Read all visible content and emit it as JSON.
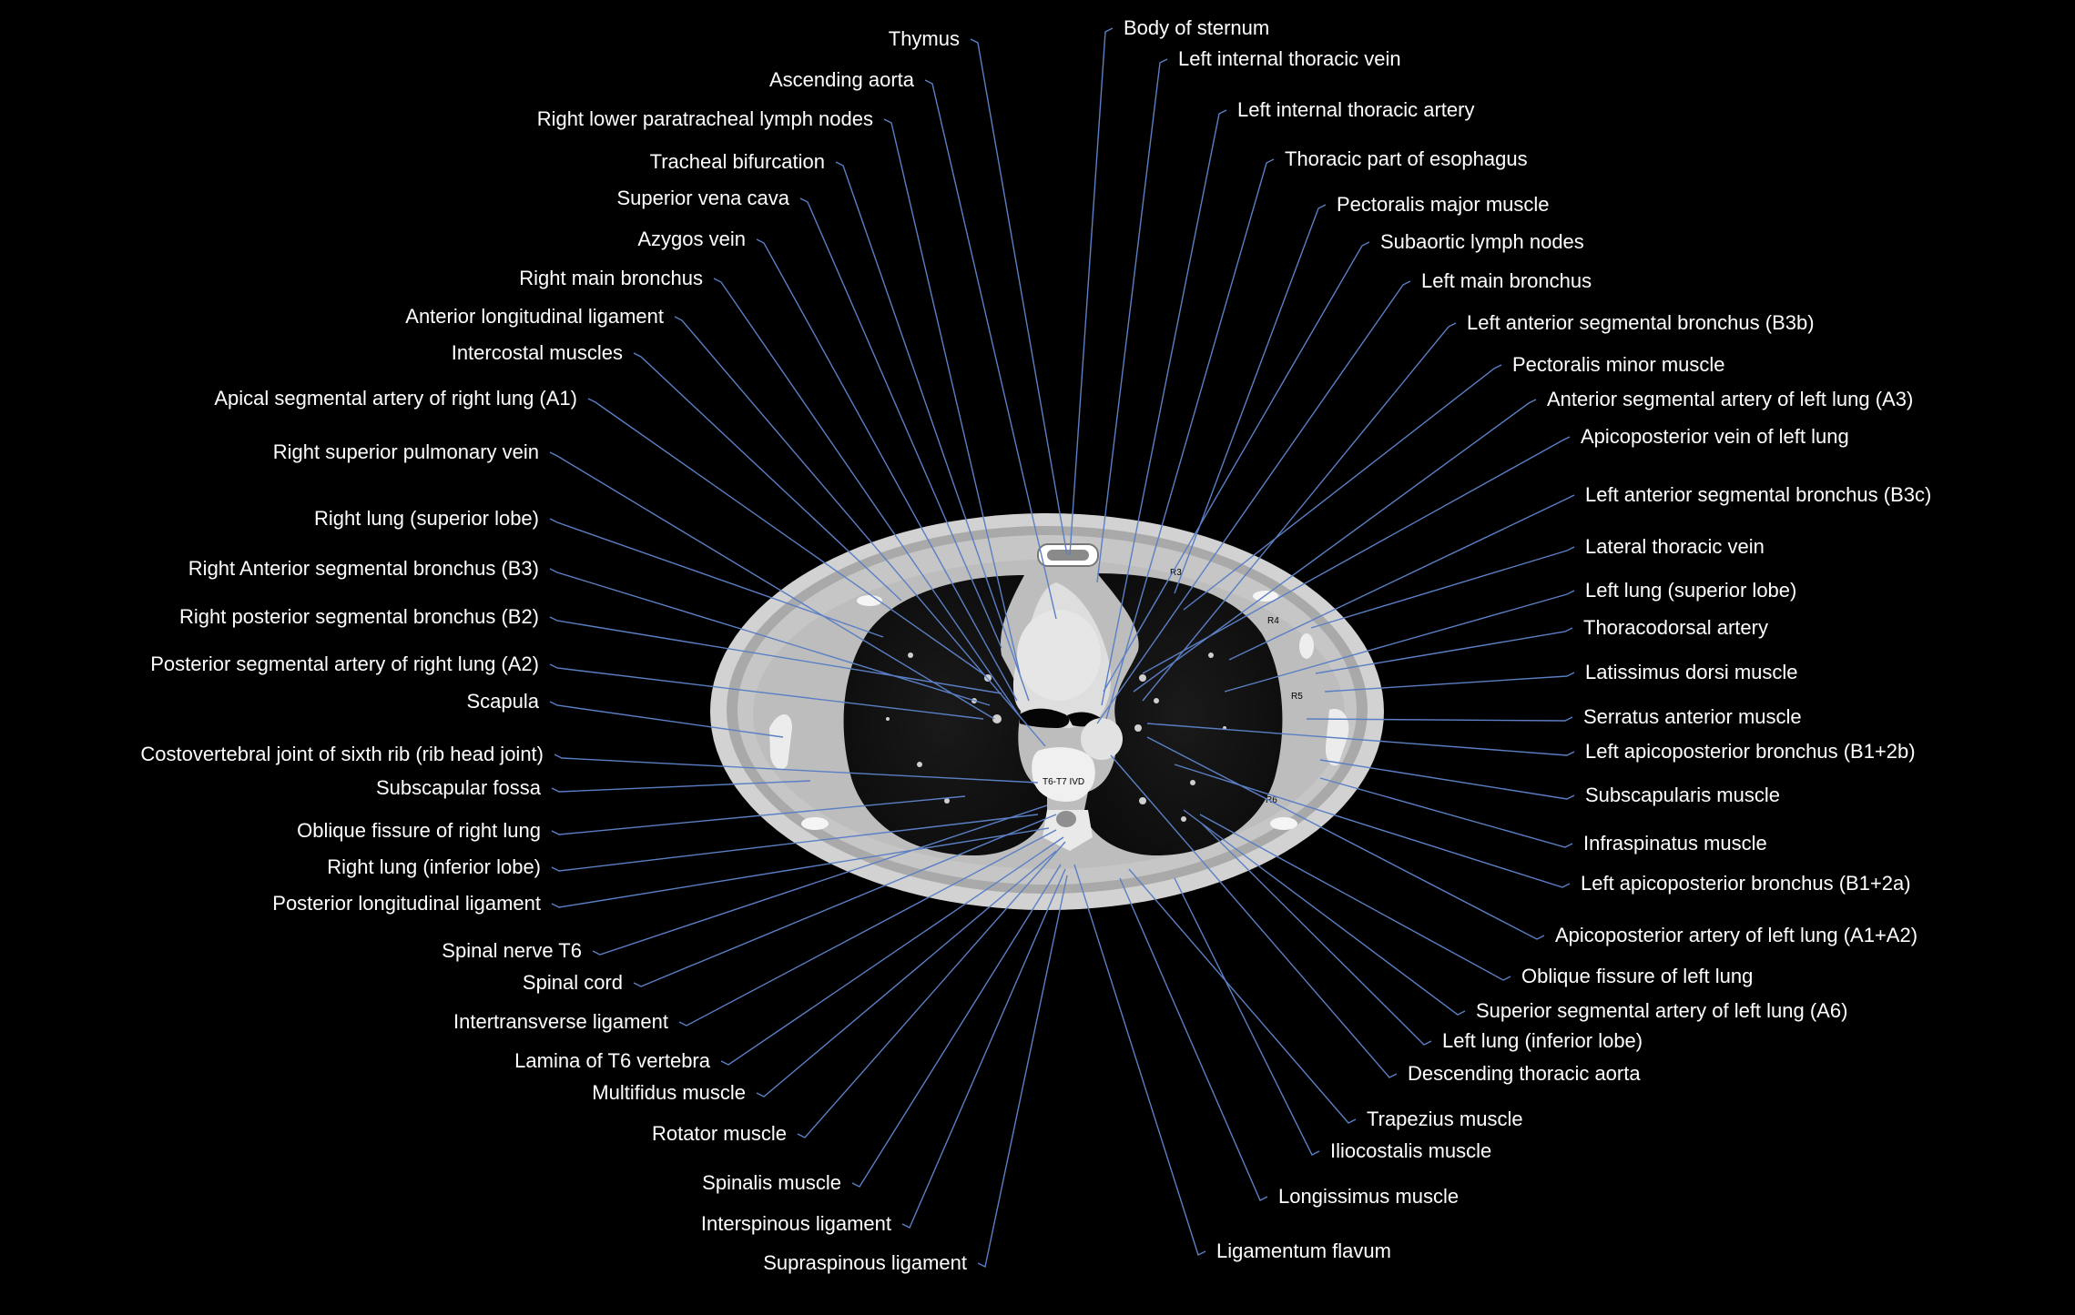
{
  "left_labels": [
    "Thymus",
    "Ascending aorta",
    "Right lower paratracheal lymph nodes",
    "Tracheal bifurcation",
    "Superior vena cava",
    "Azygos vein",
    "Right main bronchus",
    "Anterior longitudinal ligament",
    "Intercostal muscles",
    "Apical segmental artery of right lung (A1)",
    "Right superior pulmonary vein",
    "Right lung (superior lobe)",
    "Right Anterior segmental bronchus (B3)",
    "Right posterior segmental bronchus (B2)",
    "Posterior segmental artery of right lung (A2)",
    "Scapula",
    "Costovertebral joint of sixth rib (rib head joint)",
    "Subscapular fossa",
    "Oblique fissure of right lung",
    "Right lung  (inferior lobe)",
    "Posterior longitudinal ligament",
    "Spinal nerve T6",
    "Spinal cord",
    "Intertransverse ligament",
    "Lamina of T6 vertebra",
    "Multifidus muscle",
    "Rotator muscle",
    "Spinalis muscle",
    "Interspinous ligament",
    "Supraspinous ligament"
  ],
  "right_labels": [
    "Body of sternum",
    "Left internal thoracic vein",
    "Left internal thoracic artery",
    "Thoracic part of esophagus",
    "Pectoralis major muscle",
    "Subaortic lymph nodes",
    "Left main bronchus",
    "Left anterior segmental bronchus (B3b)",
    "Pectoralis minor muscle",
    "Anterior segmental artery of left lung (A3)",
    "Apicoposterior vein of left lung",
    "Left anterior segmental bronchus (B3c)",
    "Lateral thoracic vein",
    "Left lung (superior lobe)",
    "Thoracodorsal artery",
    "Latissimus dorsi muscle",
    "Serratus anterior muscle",
    "Left apicoposterior bronchus (B1+2b)",
    "Subscapularis muscle",
    "Infraspinatus muscle",
    "Left apicoposterior bronchus (B1+2a)",
    "Apicoposterior artery of left lung (A1+A2)",
    "Oblique fissure of left lung",
    "Superior segmental artery of left lung (A6)",
    "Left lung (inferior lobe)",
    "Descending thoracic aorta",
    "Trapezius muscle",
    "Iliocostalis muscle",
    "Longissimus muscle",
    "Ligamentum flavum"
  ],
  "scan_marks": {
    "r3": "R3",
    "r4": "R4",
    "r5": "R5",
    "r6": "R6",
    "level": "T6-T7 IVD"
  },
  "colors": {
    "background": "#000000",
    "label_text": "#ffffff",
    "leader_line": "#5b7fc4"
  }
}
